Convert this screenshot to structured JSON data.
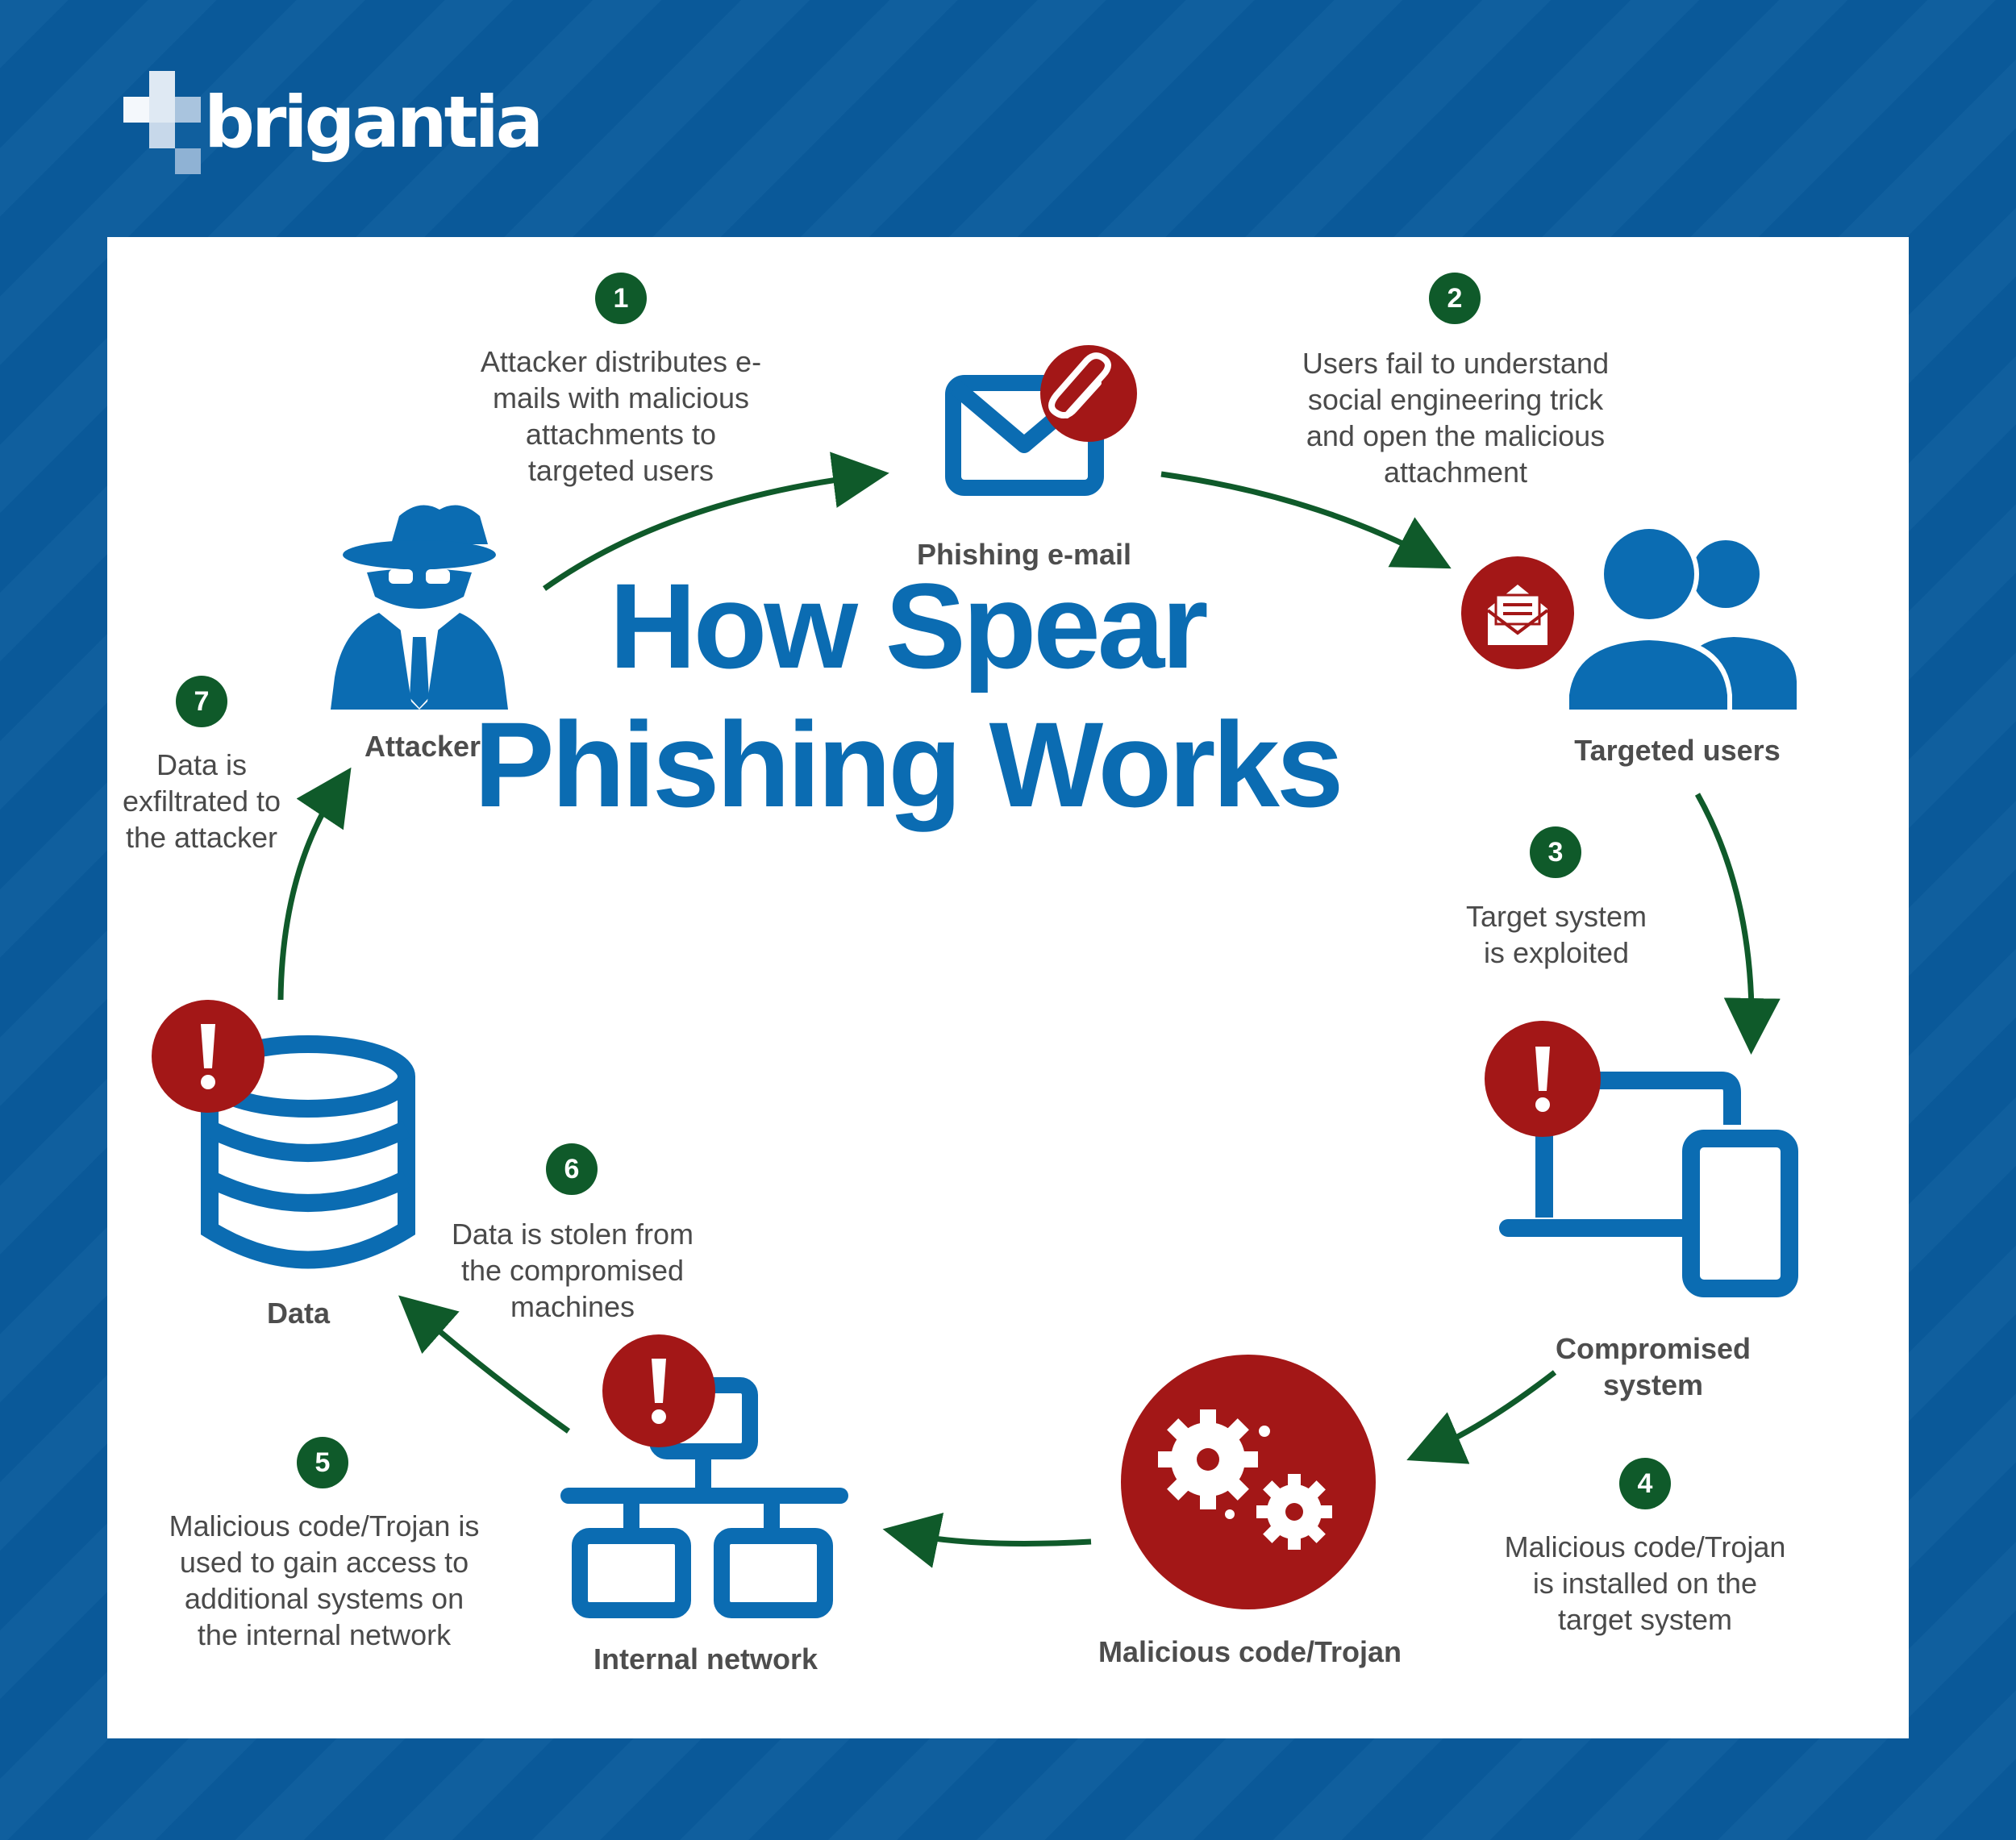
{
  "brand": {
    "name": "brigantia"
  },
  "title": {
    "line1": "How Spear",
    "line2": "Phishing Works"
  },
  "colors": {
    "background": "#0a5b9c",
    "panel": "#ffffff",
    "icon_blue": "#0b6cb2",
    "alert_red": "#a31717",
    "step_green": "#0f5a2a",
    "text_gray": "#4a4a4a"
  },
  "nodes": [
    {
      "label": "Phishing e-mail",
      "icon": "envelope-with-paperclip-icon"
    },
    {
      "label": "Targeted users",
      "icon": "users-with-open-mail-icon"
    },
    {
      "label": "Compromised system",
      "icon": "computer-and-phone-alert-icon"
    },
    {
      "label": "Malicious code/Trojan",
      "icon": "gears-virus-icon"
    },
    {
      "label": "Internal network",
      "icon": "network-alert-icon"
    },
    {
      "label": "Data",
      "icon": "database-alert-icon"
    },
    {
      "label": "Attacker",
      "icon": "spy-attacker-icon"
    }
  ],
  "steps": [
    {
      "number": "1",
      "text": "Attacker distributes e-mails with malicious attachments to targeted users"
    },
    {
      "number": "2",
      "text": "Users fail to understand social engineering trick and open the malicious attachment"
    },
    {
      "number": "3",
      "text": "Target system is exploited"
    },
    {
      "number": "4",
      "text": "Malicious code/Trojan is installed on the target system"
    },
    {
      "number": "5",
      "text": "Malicious code/Trojan is used to gain access to additional systems on the internal network"
    },
    {
      "number": "6",
      "text": "Data is stolen from the compromised machines"
    },
    {
      "number": "7",
      "text": "Data is exfiltrated to the attacker"
    }
  ]
}
